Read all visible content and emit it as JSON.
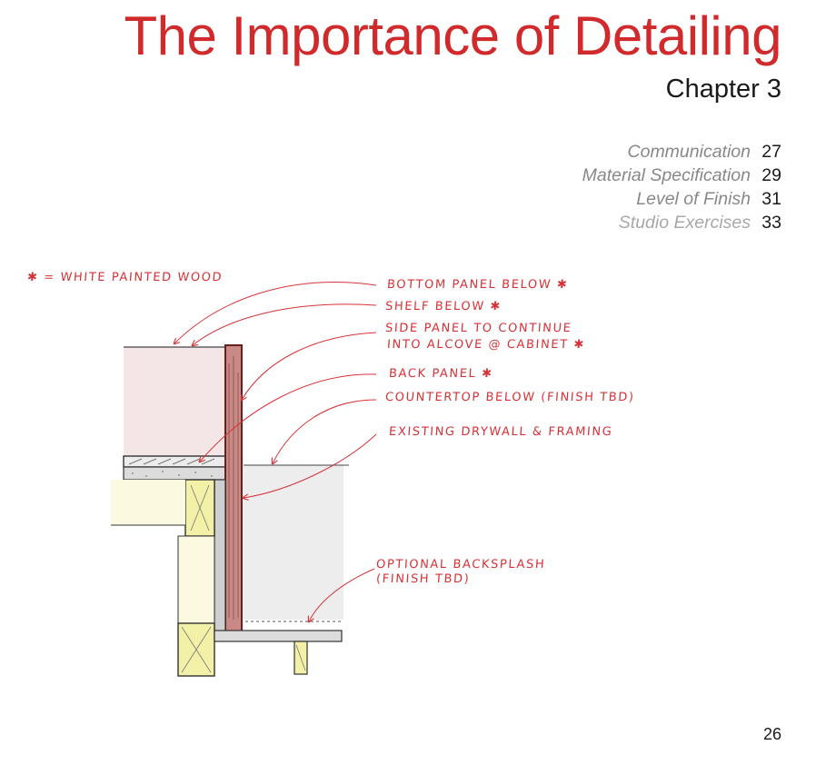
{
  "header": {
    "title": "The Importance of Detailing",
    "chapter": "Chapter 3"
  },
  "toc": [
    {
      "label": "Communication",
      "page": "27"
    },
    {
      "label": "Material Specification",
      "page": "29"
    },
    {
      "label": "Level of Finish",
      "page": "31"
    },
    {
      "label": "Studio Exercises",
      "page": "33"
    }
  ],
  "drawing": {
    "legend": "✱ = WHITE PAINTED WOOD",
    "labels": {
      "bottom_panel": "BOTTOM PANEL BELOW ✱",
      "shelf": "SHELF BELOW ✱",
      "side_panel_1": "SIDE PANEL TO CONTINUE",
      "side_panel_2": "INTO ALCOVE @ CABINET ✱",
      "back_panel": "BACK PANEL ✱",
      "countertop": "COUNTERTOP BELOW (FINISH TBD)",
      "drywall": "EXISTING DRYWALL & FRAMING",
      "backsplash_1": "OPTIONAL BACKSPLASH",
      "backsplash_2": "(FINISH TBD)"
    },
    "colors": {
      "annotation": "#d63338",
      "panel": "#c98a86",
      "framing": "#f3f0a8",
      "shelf": "#ececec"
    }
  },
  "footer": {
    "page_number": "26"
  }
}
